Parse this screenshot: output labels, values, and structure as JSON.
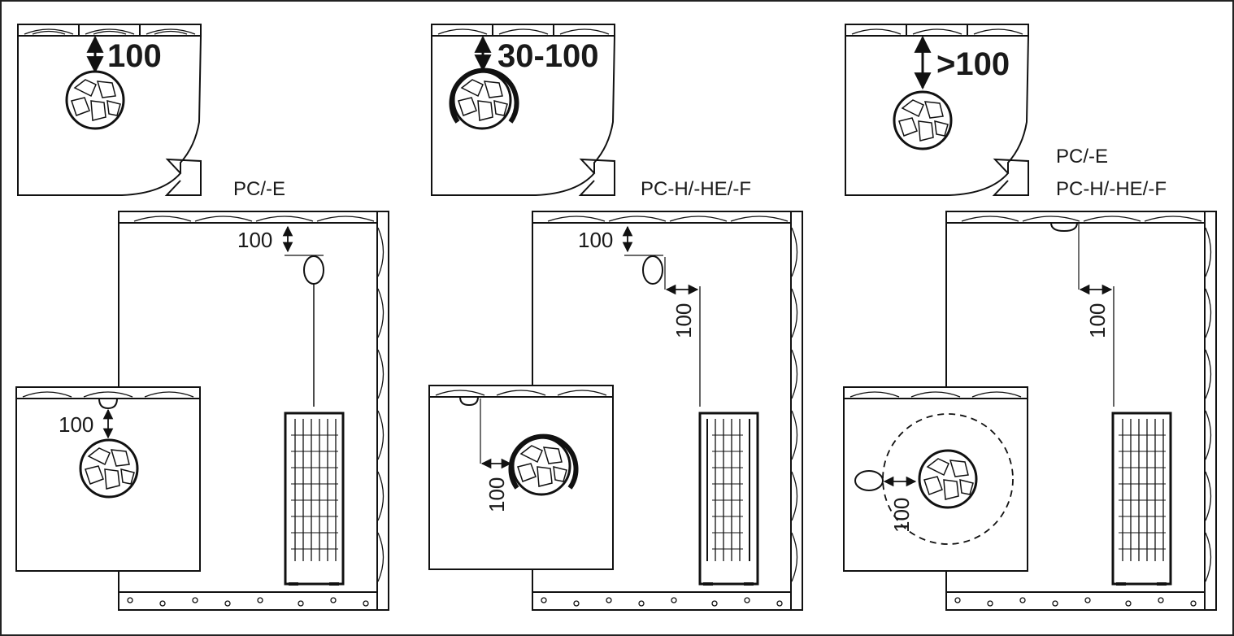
{
  "panels": [
    {
      "inset_top_label": "100",
      "models": [
        "PC/-E"
      ],
      "dim_vertical": "100",
      "dim_horizontal": "",
      "dim_inset_bottom": "100"
    },
    {
      "inset_top_label": "30-100",
      "models": [
        "PC-H/-HE/-F"
      ],
      "dim_vertical": "100",
      "dim_horizontal": "100",
      "dim_inset_bottom": "100"
    },
    {
      "inset_top_label": ">100",
      "models": [
        "PC/-E",
        "PC-H/-HE/-F"
      ],
      "dim_vertical": "",
      "dim_horizontal": "100",
      "dim_inset_bottom": "100"
    }
  ]
}
